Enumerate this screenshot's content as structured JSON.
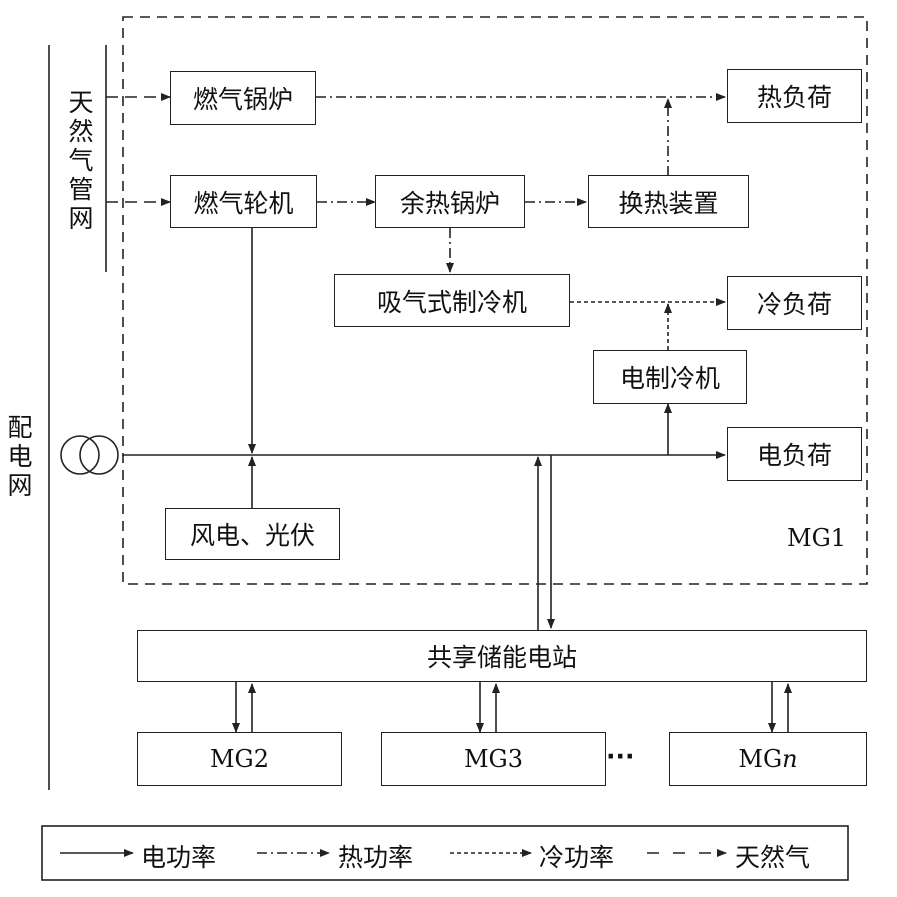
{
  "boxes": {
    "gas_boiler": "燃气锅炉",
    "heat_load": "热负荷",
    "gas_turbine": "燃气轮机",
    "waste_heat_boiler": "余热锅炉",
    "heat_exchanger": "换热装置",
    "absorption_chiller": "吸气式制冷机",
    "cooling_load": "冷负荷",
    "electric_chiller": "电制冷机",
    "electric_load": "电负荷",
    "wind_pv": "风电、光伏",
    "shared_storage": "共享储能电站",
    "mg2": "MG2",
    "mg3": "MG3",
    "mgn_prefix": "MG",
    "mgn_suffix": "n"
  },
  "labels": {
    "gas_network": "天然气管网",
    "distribution_grid": "配电网",
    "mg1": "MG1",
    "ellipsis": "···"
  },
  "legend": {
    "electric_power": "电功率",
    "heat_power": "热功率",
    "cooling_power": "冷功率",
    "natural_gas": "天然气"
  },
  "colors": {
    "line": "#222222",
    "background": "#ffffff"
  }
}
